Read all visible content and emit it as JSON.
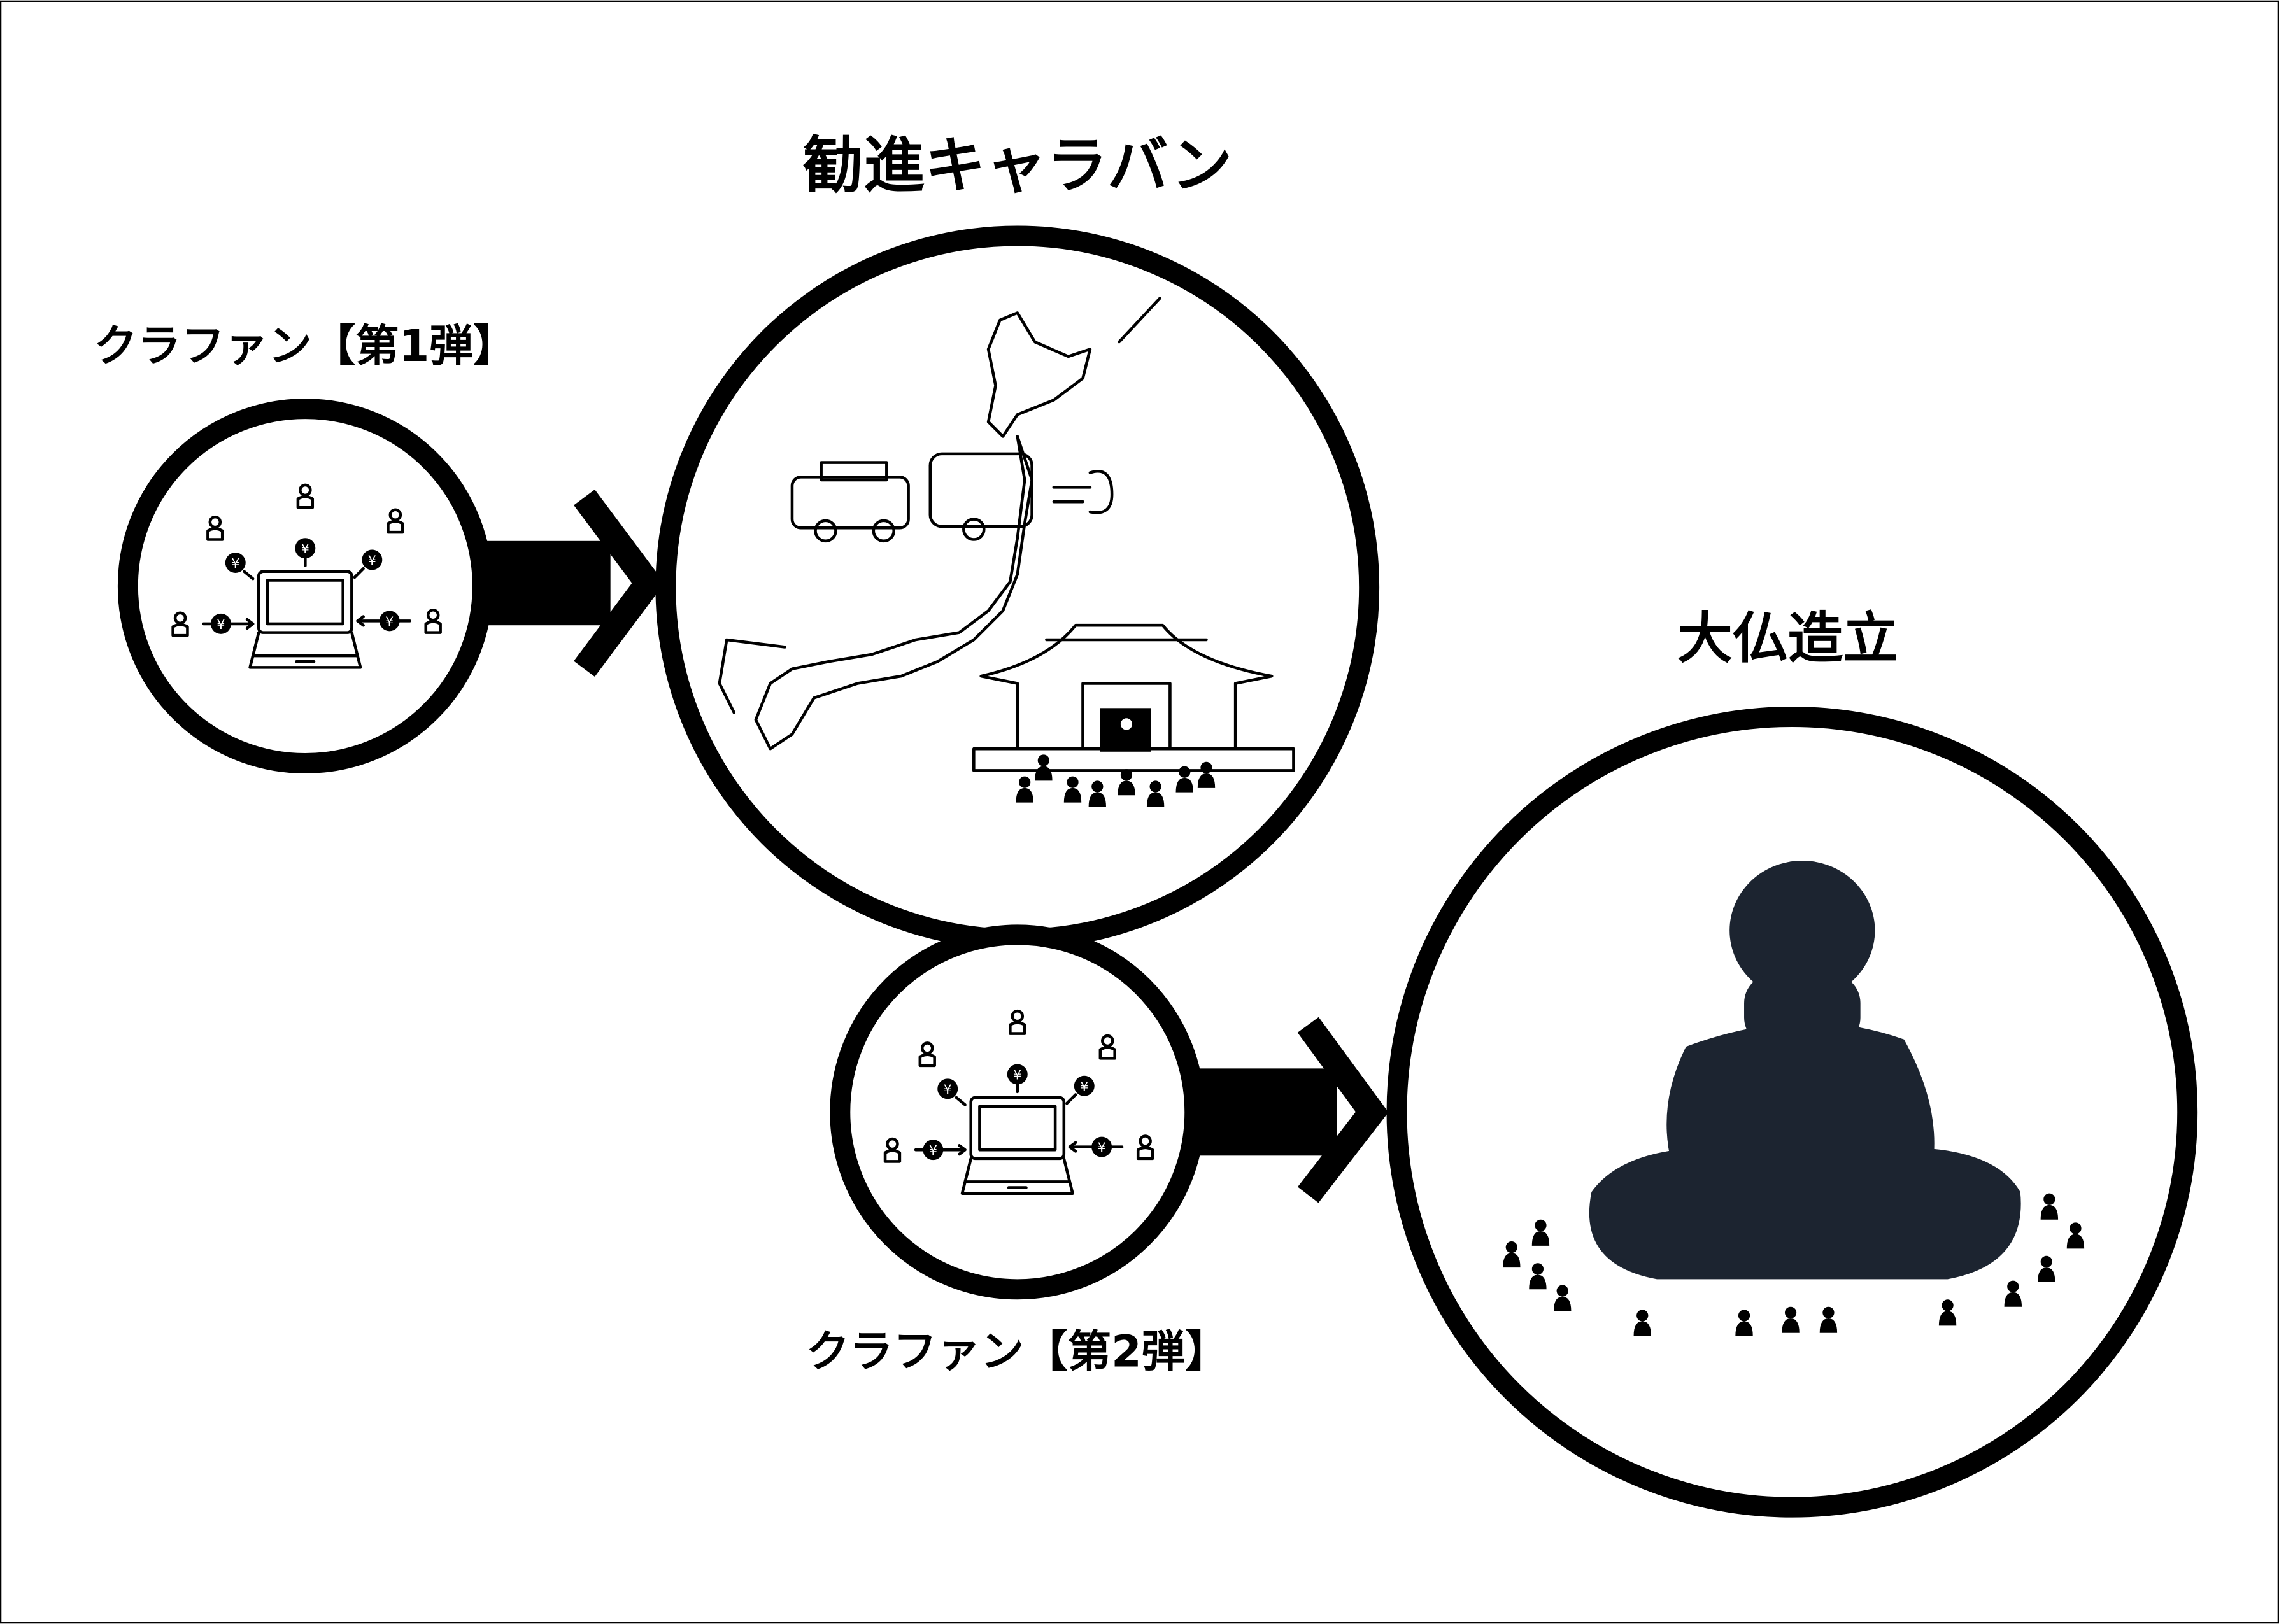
{
  "titles": {
    "phase1": "クラファン【第1弾】",
    "caravan": "勧進キャラバン",
    "phase2": "クラファン【第2弾】",
    "buddha": "大仏造立"
  },
  "icons": {
    "coin_symbol": "¥"
  },
  "colors": {
    "ink": "#000000",
    "buddha_fill": "#1c2430",
    "background": "#ffffff"
  }
}
